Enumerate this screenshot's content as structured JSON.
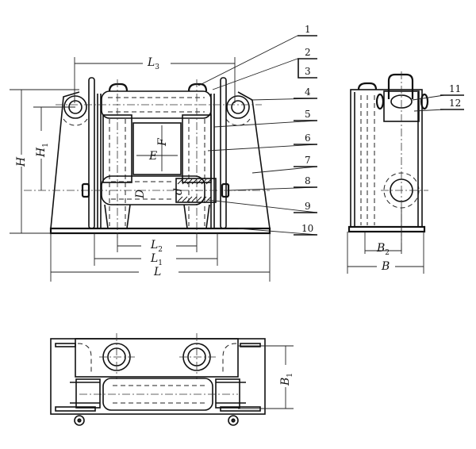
{
  "drawing": {
    "subject": "Roller fairlead (chock) assembly — front, side and plan views",
    "views": [
      "front-view",
      "side-view",
      "plan-view"
    ]
  },
  "dimensions": {
    "L": "L",
    "L1": "L",
    "L1_sub": "1",
    "L2": "L",
    "L2_sub": "2",
    "L3": "L",
    "L3_sub": "3",
    "H": "H",
    "H1": "H",
    "H1_sub": "1",
    "B": "B",
    "B1": "B",
    "B1_sub": "1",
    "B2": "B",
    "B2_sub": "2",
    "D": "D",
    "d": "d",
    "E": "E",
    "F": "F"
  },
  "part_callouts": [
    "1",
    "2",
    "3",
    "4",
    "5",
    "6",
    "7",
    "8",
    "9",
    "10",
    "11",
    "12"
  ]
}
